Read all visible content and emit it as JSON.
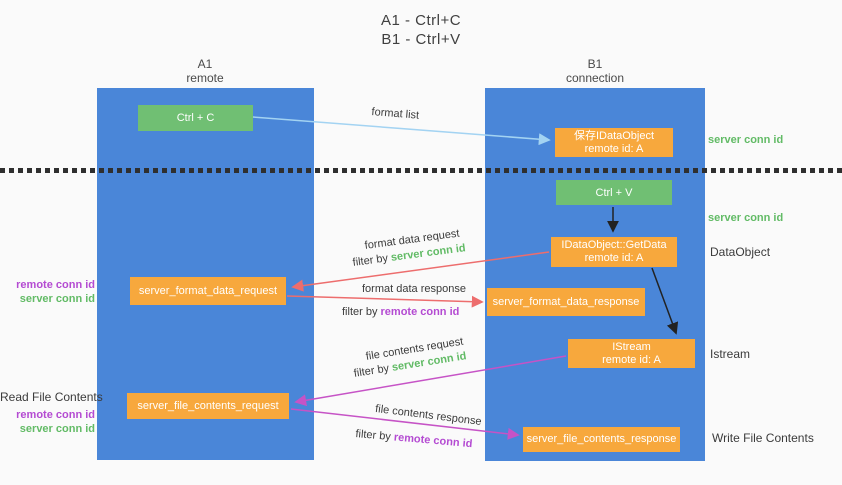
{
  "title": {
    "line1": "A1 - Ctrl+C",
    "line2": "B1 - Ctrl+V"
  },
  "columns": {
    "a": {
      "name": "A1",
      "subtitle": "remote"
    },
    "b": {
      "name": "B1",
      "subtitle": "connection"
    }
  },
  "nodes": {
    "ctrl_c": "Ctrl + C",
    "ctrl_v": "Ctrl + V",
    "save_dataobject": {
      "line1": "保存IDataObject",
      "line2": "remote id: A"
    },
    "getdata": {
      "line1": "IDataObject::GetData",
      "line2": "remote id: A"
    },
    "istream": {
      "line1": "IStream",
      "line2": "remote id: A"
    },
    "server_format_data_request": "server_format_data_request",
    "server_format_data_response": "server_format_data_response",
    "server_file_contents_request": "server_file_contents_request",
    "server_file_contents_response": "server_file_contents_response"
  },
  "side_labels": {
    "server_conn_id_top": "server conn id",
    "server_conn_id_mid": "server conn id",
    "dataobject": "DataObject",
    "istream": "Istream",
    "write_file_contents": "Write File Contents",
    "read_file_contents": "Read File Contents",
    "left_group1": {
      "remote": "remote conn id",
      "server": "server conn id"
    },
    "left_group2": {
      "remote": "remote conn id",
      "server": "server conn id"
    }
  },
  "arrows": {
    "format_list": "format list",
    "format_data_request": {
      "label": "format data request",
      "filter_prefix": "filter by ",
      "filter_key": "server conn id"
    },
    "format_data_response": {
      "label": "format data response",
      "filter_prefix": "filter by ",
      "filter_key": "remote conn id"
    },
    "file_contents_request": {
      "label": "file contents request",
      "filter_prefix": "filter by ",
      "filter_key": "server conn id"
    },
    "file_contents_response": {
      "label": "file contents response",
      "filter_prefix": "filter by ",
      "filter_key": "remote conn id"
    }
  },
  "colors": {
    "bg": "#fafafa",
    "column-blue": "#4a86d8",
    "green-box": "#70bf73",
    "orange-box": "#f7a83d",
    "salmon": "#ed6d6d",
    "magenta": "#c653c6",
    "purple-text": "#b44bd2",
    "green-text": "#62bb66",
    "lightblue": "#a3d3f2",
    "dark-text": "#3b3b3b",
    "black-arrow": "#222222"
  }
}
